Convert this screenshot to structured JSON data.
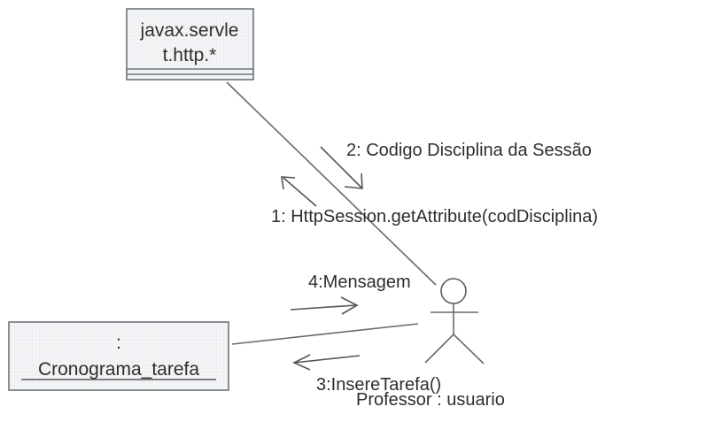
{
  "objects": {
    "package": {
      "line1": "javax.servle",
      "line2": "t.http.*"
    },
    "cronograma": {
      "colon": ":",
      "name": "Cronograma_tarefa"
    },
    "actor": {
      "label": "Professor : usuario"
    }
  },
  "messages": {
    "m1": "1: HttpSession.getAttribute(codDisciplina)",
    "m2": "2: Codigo Disciplina da Sessão",
    "m3": "3:InsereTarefa()",
    "m4": "4:Mensagem"
  }
}
